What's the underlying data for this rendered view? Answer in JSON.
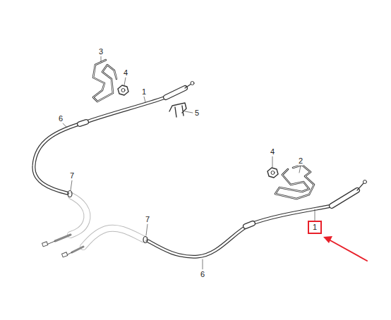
{
  "diagram": {
    "nodes": [
      {
        "text": [
          "1"
        ]
      }
    ],
    "edges": [],
    "labels": [
      "3",
      "4",
      "1",
      "5",
      "6",
      "7",
      "7",
      "6",
      "4",
      "2"
    ]
  }
}
